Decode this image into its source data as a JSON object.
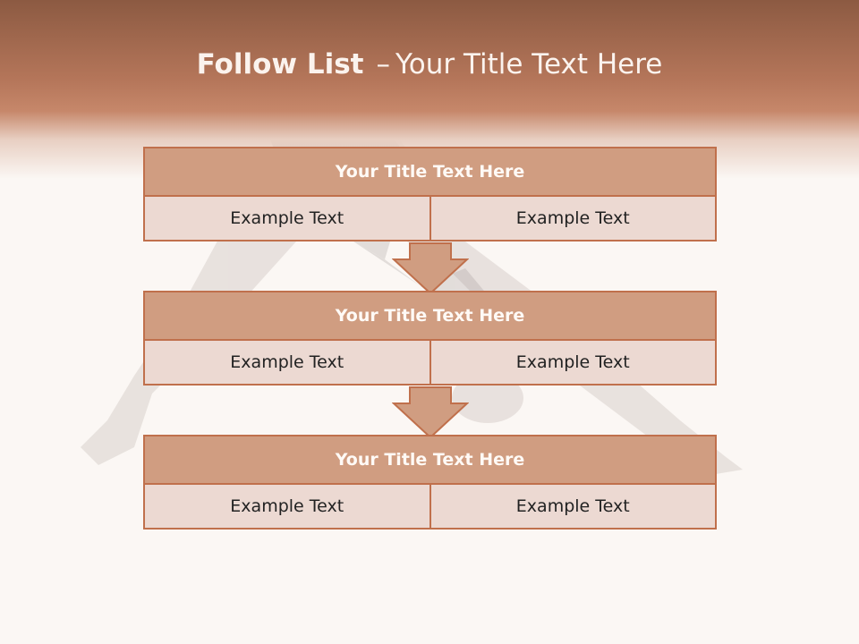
{
  "slide": {
    "title_bold": "Follow List",
    "title_dash": "–",
    "title_rest": "Your Title Text Here",
    "colors": {
      "header": "#b5765a",
      "box_title": "#d09d81",
      "box_cell": "#ecd9d2",
      "border": "#c0704c",
      "arrow": "#d09d81"
    }
  },
  "blocks": [
    {
      "title": "Your Title Text Here",
      "cells": [
        "Example Text",
        "Example Text"
      ]
    },
    {
      "title": "Your Title Text Here",
      "cells": [
        "Example Text",
        "Example Text"
      ]
    },
    {
      "title": "Your Title Text Here",
      "cells": [
        "Example Text",
        "Example Text"
      ]
    }
  ],
  "arrows": [
    "down-arrow-icon",
    "down-arrow-icon"
  ]
}
